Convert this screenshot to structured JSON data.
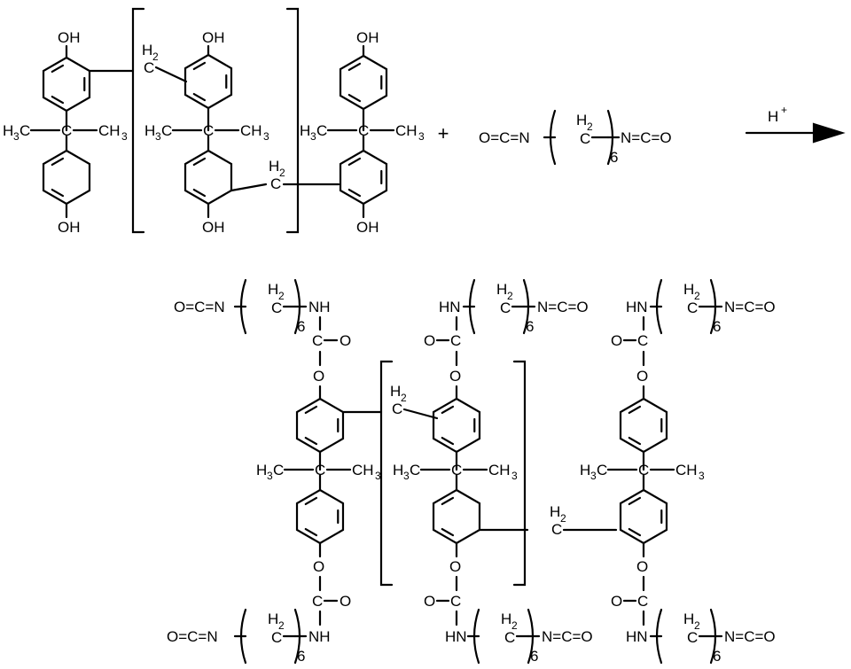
{
  "labels": {
    "oh": "OH",
    "h": "H",
    "two": "2",
    "three": "3",
    "c": "C",
    "o": "O",
    "ch": "CH",
    "hn": "HN",
    "nh": "NH",
    "six": "6",
    "oce": "O=C=N",
    "nco": "N=C=O",
    "ceqo": "C=O",
    "oeqc": "O=C",
    "plus": "+",
    "hplus": "H",
    "hplus_sup": "+"
  }
}
